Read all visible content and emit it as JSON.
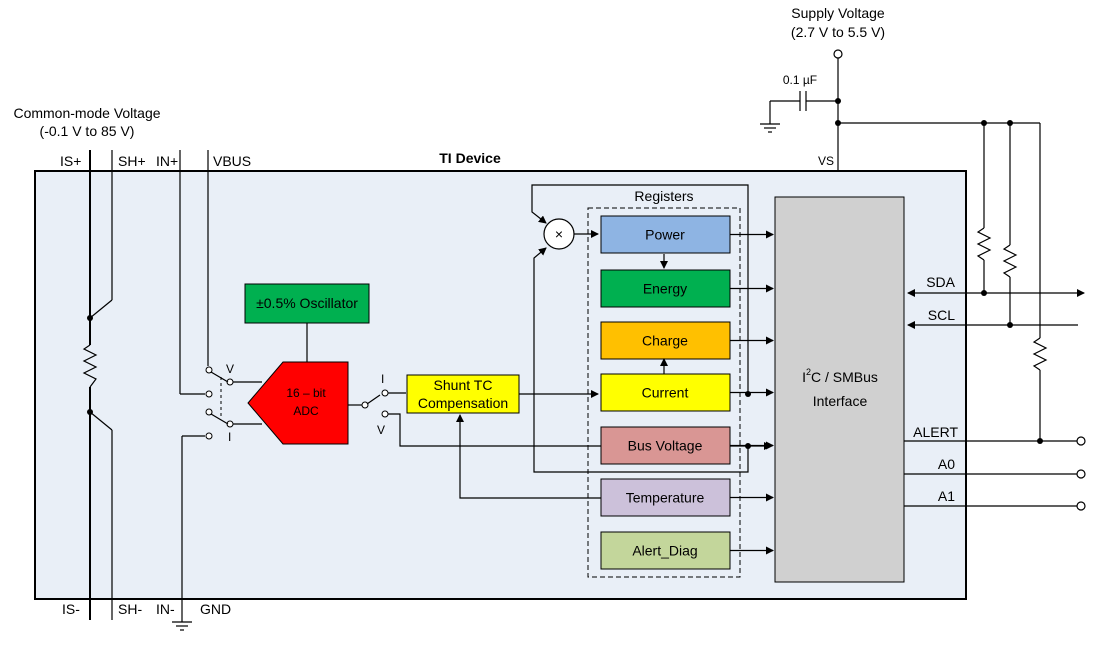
{
  "title": "TI Device",
  "supply": {
    "line1": "Supply Voltage",
    "line2": "(2.7 V to 5.5 V)",
    "cap": "0.1 µF",
    "pin": "VS"
  },
  "common_mode": {
    "line1": "Common-mode Voltage",
    "line2": "(-0.1 V to 85 V)"
  },
  "pins_top": {
    "isp": "IS+",
    "shp": "SH+",
    "inp": "IN+",
    "vbus": "VBUS"
  },
  "pins_bottom": {
    "ism": "IS-",
    "shm": "SH-",
    "inm": "IN-",
    "gnd": "GND"
  },
  "oscillator": "±0.5% Oscillator",
  "adc": {
    "line1": "16 – bit",
    "line2": "ADC"
  },
  "mux_in": {
    "v": "V",
    "i": "I"
  },
  "mux_out": {
    "i": "I",
    "v": "V"
  },
  "shunt_tc": {
    "line1": "Shunt TC",
    "line2": "Compensation"
  },
  "multiplier": "×",
  "registers": {
    "title": "Registers",
    "items": [
      {
        "label": "Power",
        "color": "#8eb4e3"
      },
      {
        "label": "Energy",
        "color": "#00b050"
      },
      {
        "label": "Charge",
        "color": "#ffc000"
      },
      {
        "label": "Current",
        "color": "#ffff00"
      },
      {
        "label": "Bus Voltage",
        "color": "#d99694"
      },
      {
        "label": "Temperature",
        "color": "#ccc1da"
      },
      {
        "label": "Alert_Diag",
        "color": "#c3d69b"
      }
    ]
  },
  "interface": {
    "line1a": "I",
    "sup": "2",
    "line1b": "C / SMBus",
    "line2": "Interface"
  },
  "signals": {
    "sda": "SDA",
    "scl": "SCL",
    "alert": "ALERT",
    "a0": "A0",
    "a1": "A1"
  },
  "colors": {
    "device_fill": "#e9eff7",
    "interface_fill": "#d0d0d0",
    "adc_fill": "#ff0000",
    "osc_fill": "#00b050",
    "shunt_fill": "#ffff00"
  }
}
